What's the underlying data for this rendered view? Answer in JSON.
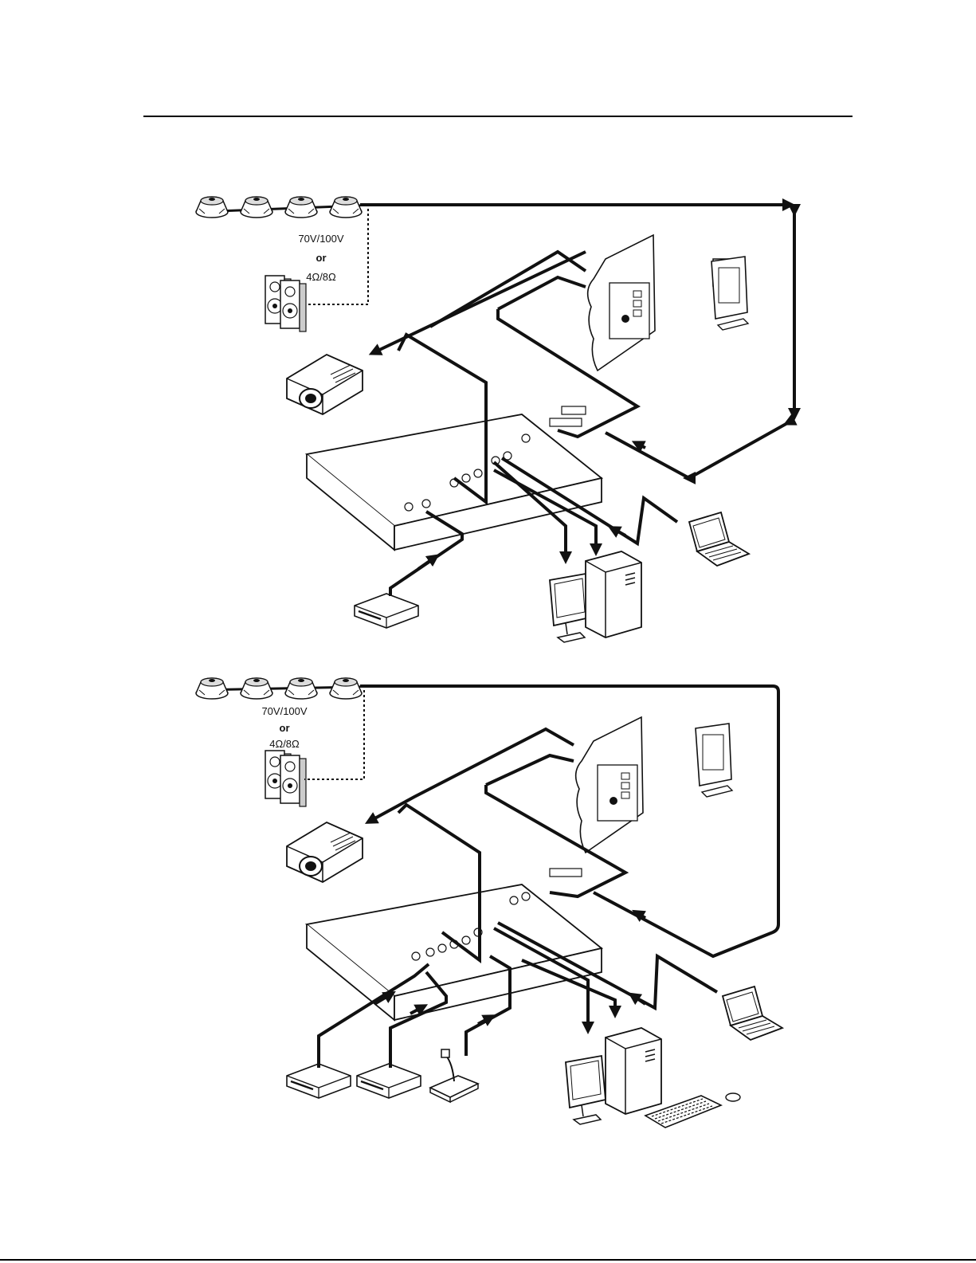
{
  "diagrams": [
    {
      "speaker_label_line1": "70V/100V",
      "speaker_label_line2": "or",
      "speaker_label_line3": "4Ω/8Ω"
    },
    {
      "speaker_label_line1": "70V/100V",
      "speaker_label_line2": "or",
      "speaker_label_line3": "4Ω/8Ω"
    }
  ],
  "colors": {
    "line": "#111111",
    "background": "#ffffff"
  }
}
